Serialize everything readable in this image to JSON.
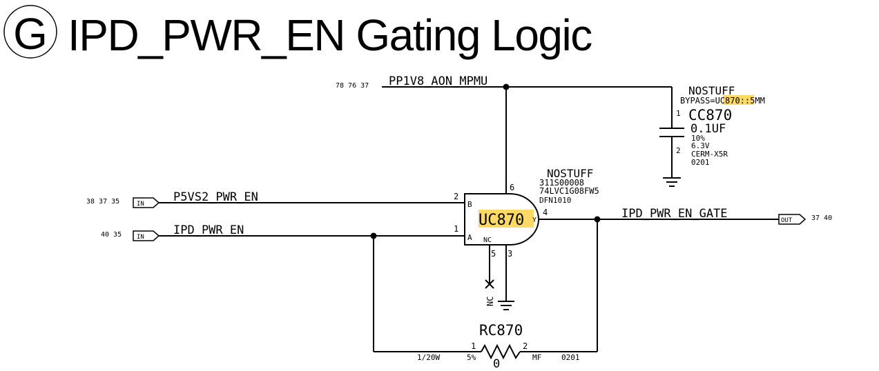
{
  "page": {
    "section_letter": "G",
    "title": "IPD_PWR_EN Gating Logic"
  },
  "nets": {
    "pp1v8": {
      "name": "PP1V8_AON_MPMU",
      "refs": "78 76 37"
    },
    "p5vs2": {
      "name": "P5VS2_PWR_EN",
      "refs": "38 37 35",
      "port": "IN"
    },
    "ipd_pwr_en": {
      "name": "IPD_PWR_EN",
      "refs": "40 35",
      "port": "IN"
    },
    "ipd_gate": {
      "name": "IPD_PWR_EN_GATE",
      "refs": "37 40",
      "port": "OUT"
    }
  },
  "capacitor": {
    "nostuff": "NOSTUFF",
    "bypass_prefix": "BYPASS=",
    "bypass_ref": "UC870",
    "bypass_suffix": "::5MM",
    "refdes": "CC870",
    "value": "0.1UF",
    "tolerance": "10%",
    "voltage": "6.3V",
    "dielectric": "CERM-X5R",
    "package": "0201",
    "pin1": "1",
    "pin2": "2"
  },
  "gate": {
    "nostuff": "NOSTUFF",
    "part_number": "311S00008",
    "part_name": "74LVC1G08FW5",
    "package": "DFN1010",
    "refdes": "UC870",
    "pin_b_num": "2",
    "pin_b_label": "B",
    "pin_a_num": "1",
    "pin_a_label": "A",
    "pin_y_num": "4",
    "pin_y_label": "Y",
    "pin_vcc_num": "6",
    "pin_nc_num": "5",
    "pin_nc_label": "NC",
    "pin_gnd_num": "3",
    "nc_marker": "NC"
  },
  "resistor": {
    "refdes": "RC870",
    "value": "0",
    "power": "1/20W",
    "tolerance": "5%",
    "type": "MF",
    "package": "0201",
    "pin1": "1",
    "pin2": "2"
  },
  "colors": {
    "highlight": "#ffd966",
    "line": "#000000"
  }
}
